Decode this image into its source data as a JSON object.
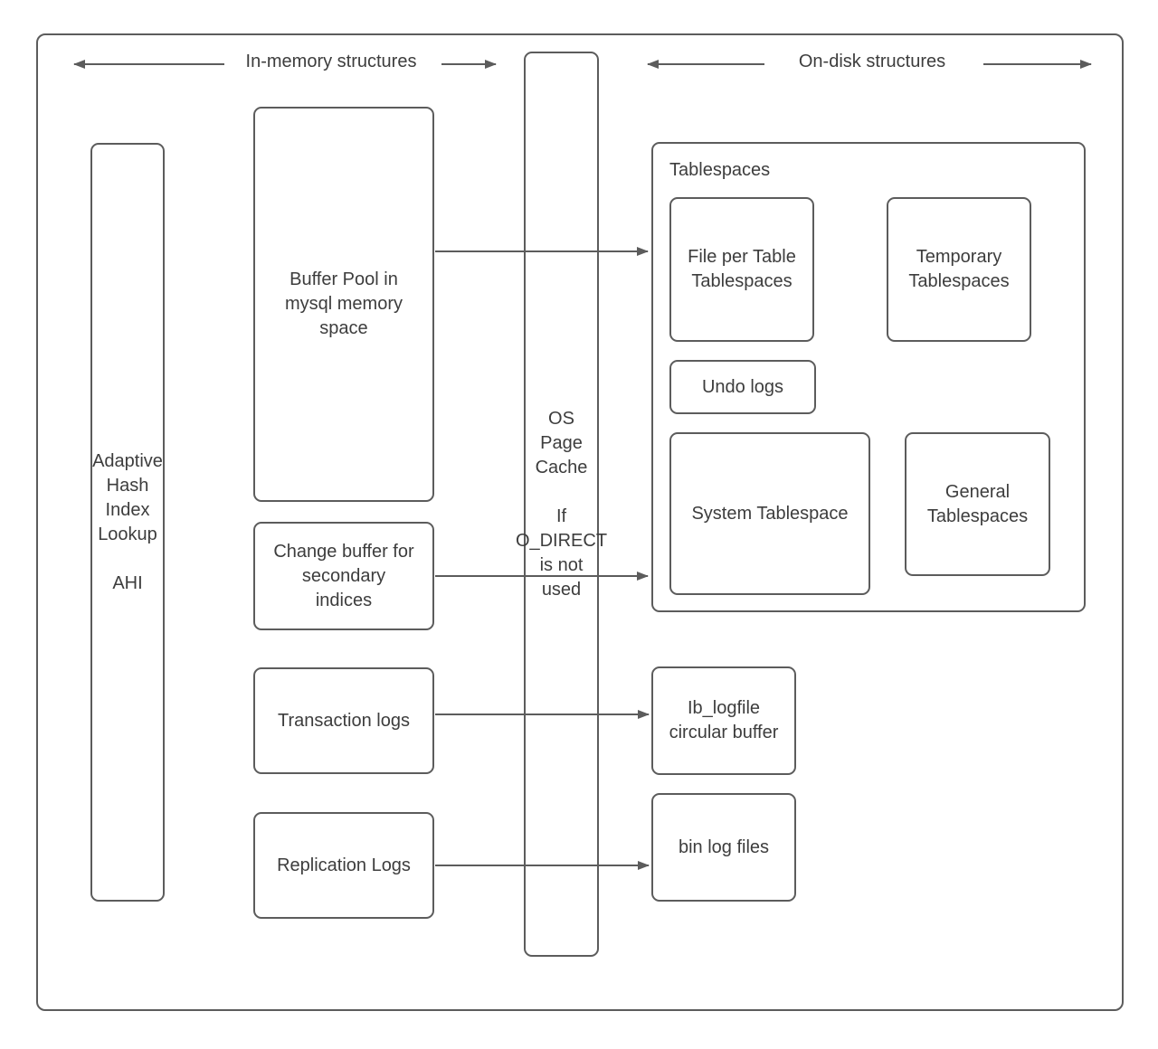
{
  "section_labels": {
    "in_memory": "In-memory structures",
    "on_disk": "On-disk structures"
  },
  "boxes": {
    "ahi": {
      "label": "Adaptive\nHash\nIndex\nLookup\n\nAHI"
    },
    "buffer_pool": {
      "label": "Buffer Pool in\nmysql memory\nspace"
    },
    "change_buffer": {
      "label": "Change buffer for\nsecondary\nindices"
    },
    "transaction_logs": {
      "label": "Transaction logs"
    },
    "replication_logs": {
      "label": "Replication Logs"
    },
    "os_page_cache": {
      "label": "OS\nPage\nCache\n\nIf\nO_DIRECT\nis not\nused"
    },
    "tablespaces_group": {
      "label": "Tablespaces"
    },
    "file_per_table": {
      "label": "File per Table\nTablespaces"
    },
    "temporary_tablespaces": {
      "label": "Temporary\nTablespaces"
    },
    "undo_logs": {
      "label": "Undo logs"
    },
    "system_tablespace": {
      "label": "System Tablespace"
    },
    "general_tablespaces": {
      "label": "General\nTablespaces"
    },
    "ib_logfile": {
      "label": "Ib_logfile\ncircular buffer"
    },
    "bin_log_files": {
      "label": "bin log files"
    }
  },
  "colors": {
    "stroke": "#5c5c5c",
    "text": "#3d3d3d",
    "background": "#ffffff"
  }
}
